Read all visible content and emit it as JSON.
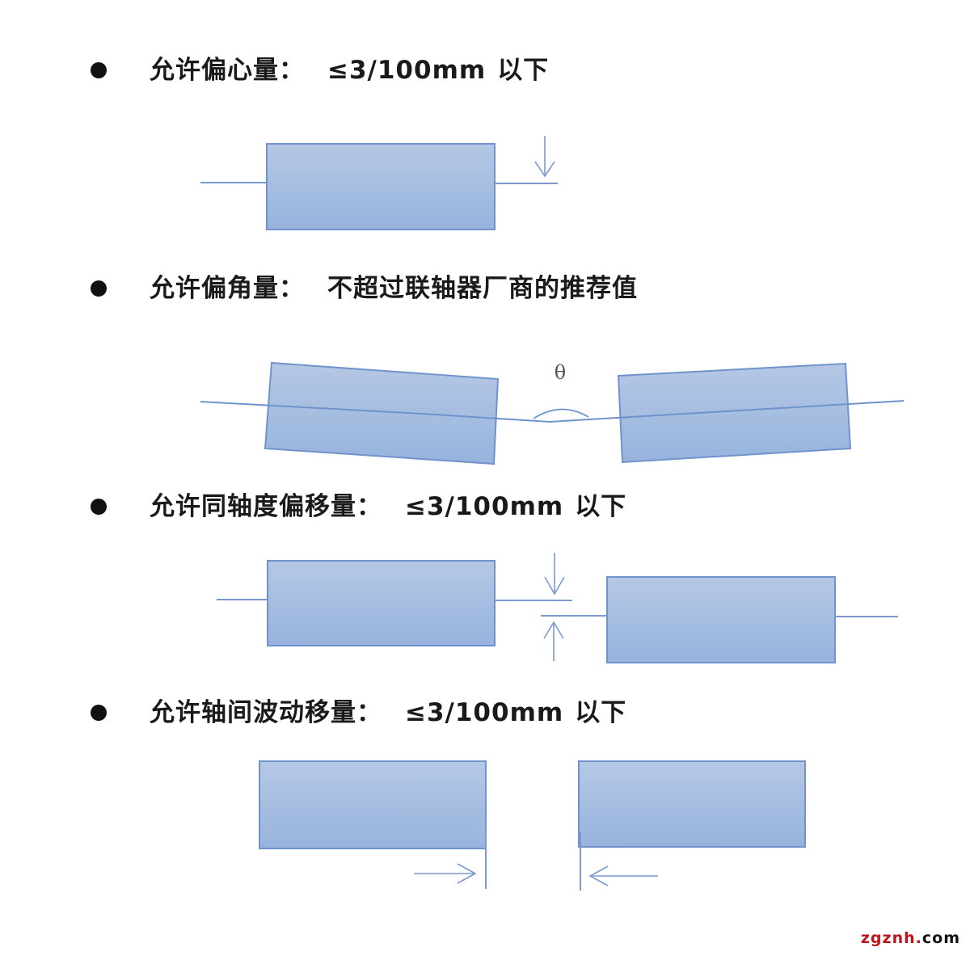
{
  "sections": [
    {
      "label": "允许偏心量：",
      "value": "≤3/100mm",
      "suffix": "以下",
      "diagram": "radial-offset"
    },
    {
      "label": "允许偏角量：",
      "value": "不超过联轴器厂商的推荐值",
      "suffix": "",
      "diagram": "angular-misalignment",
      "angle_symbol": "θ"
    },
    {
      "label": "允许同轴度偏移量：",
      "value": "≤3/100mm",
      "suffix": "以下",
      "diagram": "coaxial-offset"
    },
    {
      "label": "允许轴间波动移量：",
      "value": "≤3/100mm",
      "suffix": "以下",
      "diagram": "axial-displacement"
    }
  ],
  "colors": {
    "block_fill_top": "#b5c8e4",
    "block_fill_bottom": "#97b3dd",
    "block_stroke": "#6f93cc",
    "line": "#7a9ad0",
    "text": "#1a1a1a"
  },
  "watermark": {
    "main": "zgznh",
    "dot": ".",
    "tld": "com"
  }
}
